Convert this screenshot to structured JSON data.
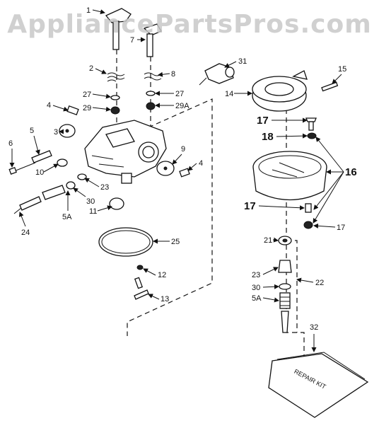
{
  "watermark": "AppliancePartsPros.com",
  "kit_label": "REPAIR KIT",
  "callouts": [
    {
      "id": "1",
      "bold": false
    },
    {
      "id": "2",
      "bold": false
    },
    {
      "id": "3",
      "bold": false
    },
    {
      "id": "4",
      "bold": false
    },
    {
      "id": "4",
      "bold": false
    },
    {
      "id": "5",
      "bold": false
    },
    {
      "id": "5A",
      "bold": false
    },
    {
      "id": "5A",
      "bold": false
    },
    {
      "id": "6",
      "bold": false
    },
    {
      "id": "7",
      "bold": false
    },
    {
      "id": "8",
      "bold": false
    },
    {
      "id": "9",
      "bold": false
    },
    {
      "id": "10",
      "bold": false
    },
    {
      "id": "11",
      "bold": false
    },
    {
      "id": "12",
      "bold": false
    },
    {
      "id": "13",
      "bold": false
    },
    {
      "id": "14",
      "bold": false
    },
    {
      "id": "15",
      "bold": false
    },
    {
      "id": "16",
      "bold": true
    },
    {
      "id": "17",
      "bold": true
    },
    {
      "id": "17",
      "bold": true
    },
    {
      "id": "17",
      "bold": false
    },
    {
      "id": "18",
      "bold": true
    },
    {
      "id": "21",
      "bold": false
    },
    {
      "id": "22",
      "bold": false
    },
    {
      "id": "23",
      "bold": false
    },
    {
      "id": "23",
      "bold": false
    },
    {
      "id": "24",
      "bold": false
    },
    {
      "id": "25",
      "bold": false
    },
    {
      "id": "27",
      "bold": false
    },
    {
      "id": "27",
      "bold": false
    },
    {
      "id": "29",
      "bold": false
    },
    {
      "id": "29A",
      "bold": false
    },
    {
      "id": "30",
      "bold": false
    },
    {
      "id": "30",
      "bold": false
    },
    {
      "id": "31",
      "bold": false
    },
    {
      "id": "32",
      "bold": false
    }
  ]
}
